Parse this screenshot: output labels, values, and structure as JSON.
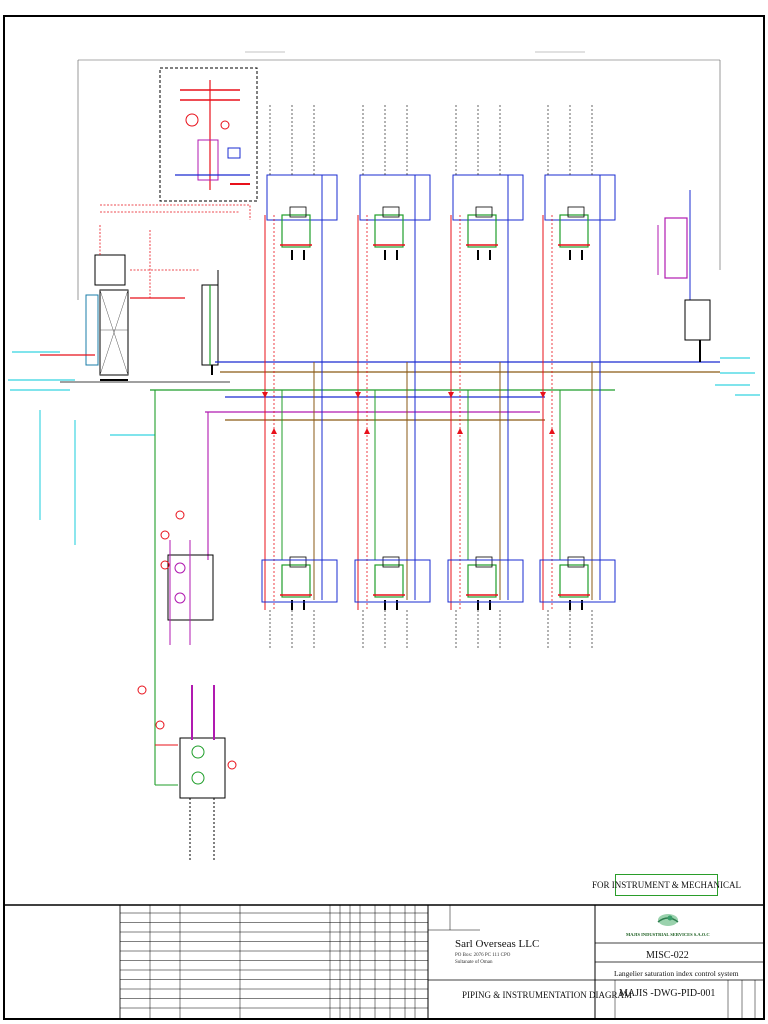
{
  "notes": {
    "status_box": "FOR INSTRUMENT & MECHANICAL"
  },
  "title_block": {
    "company": "Sarl Overseas LLC",
    "company_address_1": "PO Box: 2076 PC 111 CPO",
    "company_address_2": "Sultanate of Oman",
    "drawing_title": "PIPING & INSTRUMENTATION DIAGRAM",
    "client": "MAJIS INDUSTRIAL SERVICES S.A.O.C",
    "project_no": "MISC-022",
    "project_title": "Langelier saturation index control system",
    "drawing_no": "MAJIS -DWG-PID-001"
  },
  "colors": {
    "frame": "#000000",
    "process_red": "#e8101a",
    "line_blue": "#1a2bd1",
    "line_green": "#1f9e2a",
    "line_brown": "#8a5a14",
    "line_magenta": "#b01ab0",
    "line_cyan": "#00c8d8",
    "status_border": "#2a9d2a"
  },
  "icons": {
    "client_logo": "majis-logo-icon"
  }
}
